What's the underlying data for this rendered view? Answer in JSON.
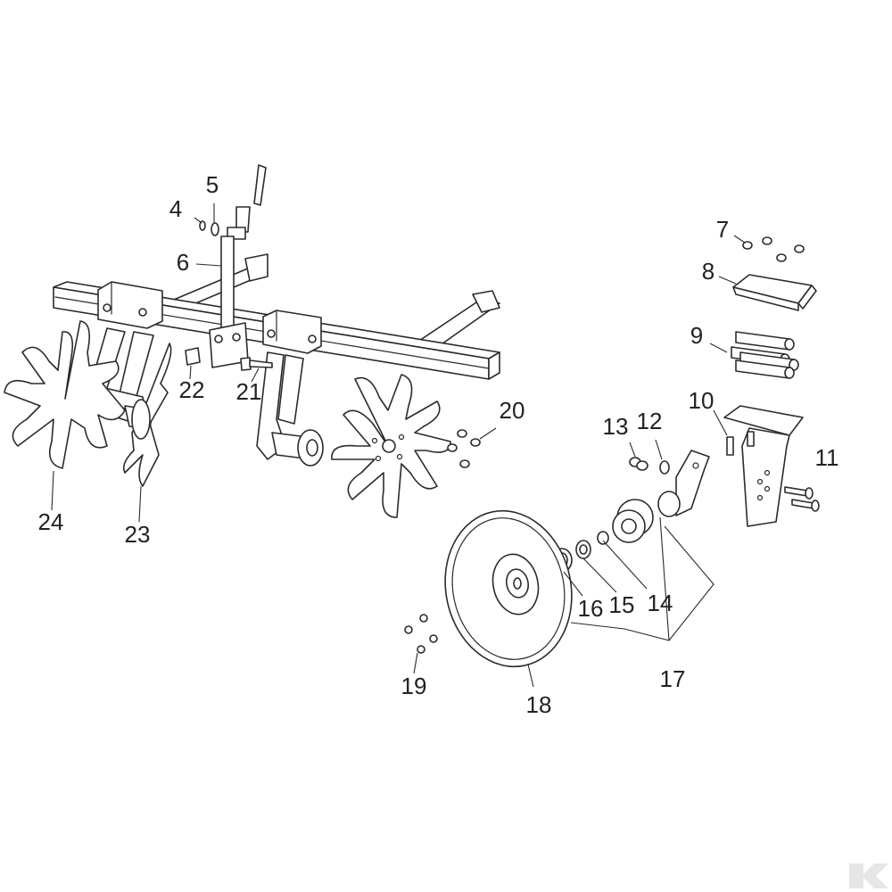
{
  "labels": {
    "p4": "4",
    "p5": "5",
    "p6": "6",
    "p7": "7",
    "p8": "8",
    "p9": "9",
    "p10": "10",
    "p11": "11",
    "p12": "12",
    "p13": "13",
    "p14": "14",
    "p15": "15",
    "p16": "16",
    "p17": "17",
    "p18": "18",
    "p19": "19",
    "p20": "20",
    "p21": "21",
    "p22": "22",
    "p23": "23",
    "p24": "24"
  },
  "colors": {
    "line": "#2b2b2b",
    "background": "#ffffff",
    "logo": "#e6e6e6"
  },
  "logo": {
    "icon": "brand-k-logo-icon"
  }
}
